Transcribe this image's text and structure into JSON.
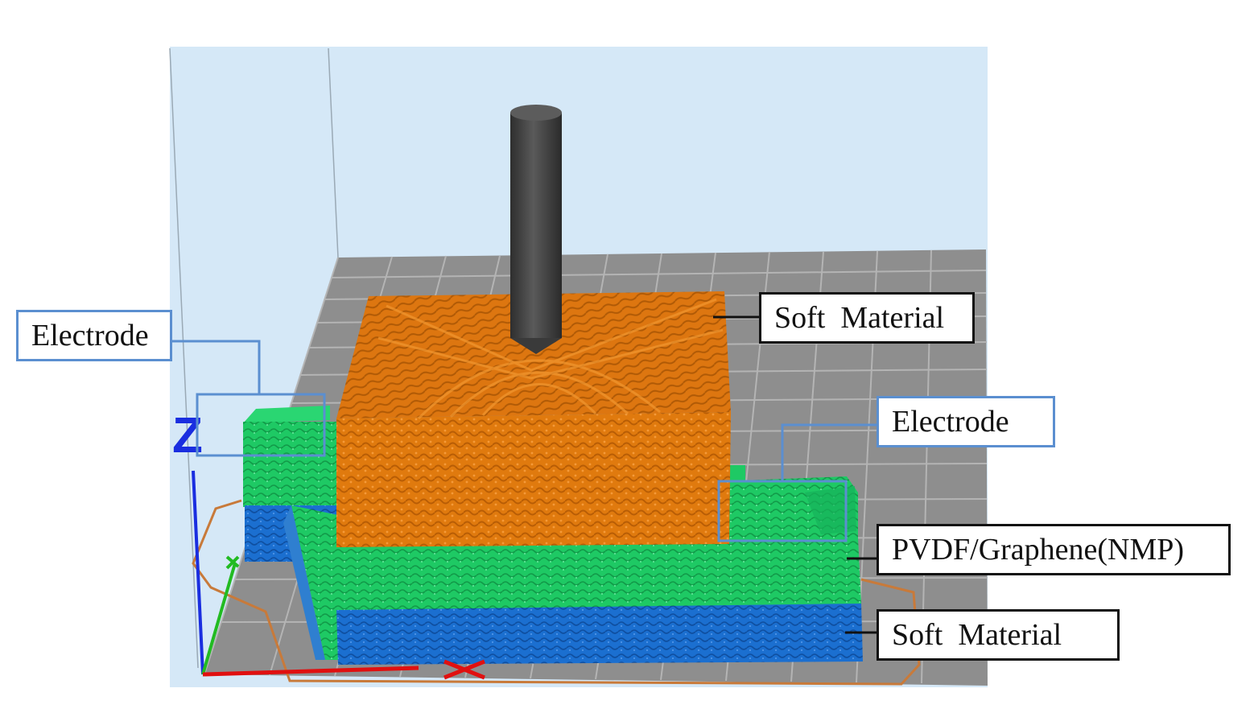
{
  "labels": {
    "electrode_left": "Electrode",
    "soft_material_top": "Soft  Material",
    "electrode_right": "Electrode",
    "pvdf": "PVDF/Graphene(NMP)",
    "soft_material_bottom": "Soft  Material"
  },
  "axes": {
    "z": "Z"
  },
  "colors": {
    "background": "#d5e8f7",
    "build_plate": "#8e8e8e",
    "grid_line": "#b4b4b4",
    "soft_material_top": "#e07a0e",
    "soft_material_bottom": "#1b6fd0",
    "pvdf_graphene": "#1ec964",
    "electrode": "#1ec964",
    "nozzle": "#4a4a4a",
    "callout_border_dark": "#111111",
    "callout_border_blue": "#5b8fd0",
    "axis_x": "#e01010",
    "axis_y": "#22bb22",
    "axis_z": "#1a2ee0"
  }
}
